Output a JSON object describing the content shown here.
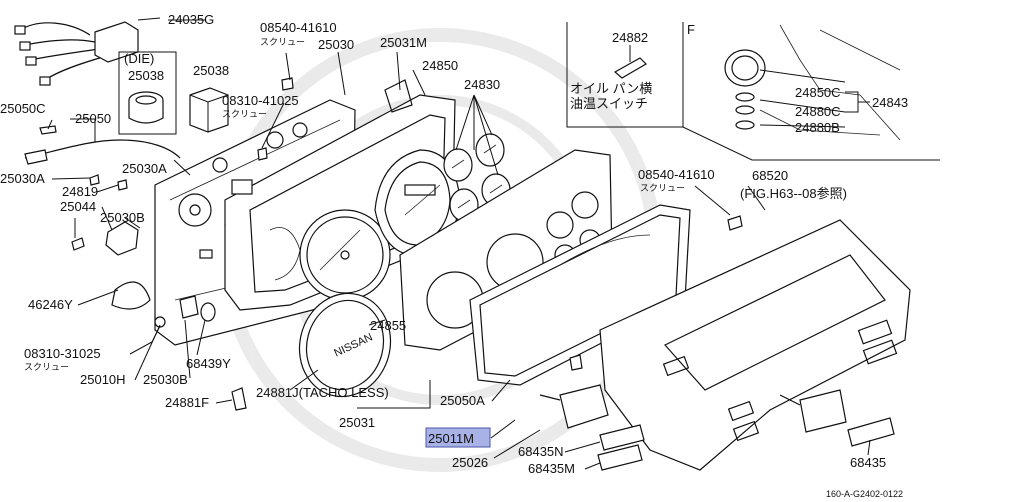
{
  "diagram": {
    "labels": {
      "p24035G": "24035G",
      "die": "(DIE)",
      "p25038_die": "25038",
      "p25038": "25038",
      "p08540_top": "08540-41610",
      "screw_top": "スクリュー",
      "p25030": "25030",
      "p25031M": "25031M",
      "p24882": "24882",
      "section_f": "F",
      "oil_switch_1": "オイル パン横",
      "oil_switch_2": "油温スイッチ",
      "p25050C": "25050C",
      "p25050": "25050",
      "p08310_top": "08310-41025",
      "screw_mid": "スクリュー",
      "p24850": "24850",
      "p24830": "24830",
      "p24850C": "24850C",
      "p24880C": "24880C",
      "p24880B": "24880B",
      "p24843": "24843",
      "p25030A_1": "25030A",
      "p25030A_2": "25030A",
      "p24819": "24819",
      "p25044": "25044",
      "p25030B_1": "25030B",
      "p08540_right": "08540-41610",
      "screw_right": "スクリュー",
      "p68520": "68520",
      "fig_ref": "(FIG.H63--08参照)",
      "p46246Y": "46246Y",
      "p24855": "24855",
      "p08310_bot": "08310-31025",
      "screw_bot": "スクリュー",
      "p68439Y": "68439Y",
      "p25010H": "25010H",
      "p25030B_2": "25030B",
      "p24881J": "24881J(TACHO LESS)",
      "p24881F": "24881F",
      "p25031": "25031",
      "p25050A": "25050A",
      "p25011M": "25011M",
      "p68435N": "68435N",
      "p68435M": "68435M",
      "p25026": "25026",
      "p68435": "68435",
      "footer_code": "160-A-G2402-0122",
      "nissan_logo": "NISSAN"
    },
    "highlight_color": "#a9b2e6"
  }
}
